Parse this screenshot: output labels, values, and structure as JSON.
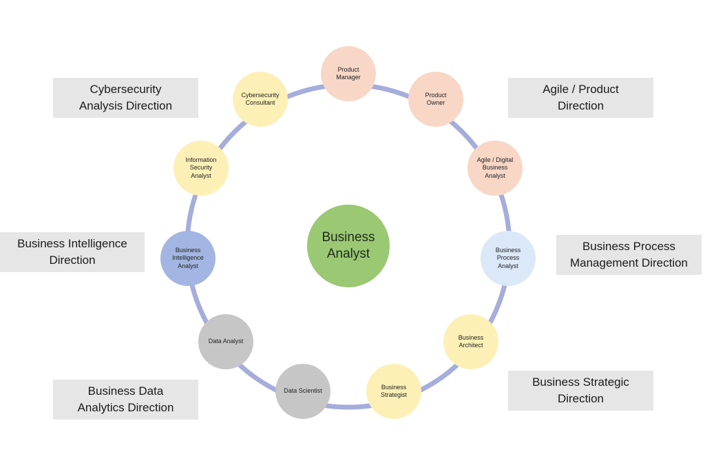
{
  "center": {
    "label": "Business\nAnalyst",
    "color": "#9bc873"
  },
  "ring_color": "#a5addb",
  "roles": [
    {
      "id": "product-manager",
      "label": "Product\nManager",
      "color": "#f8d7c6"
    },
    {
      "id": "product-owner",
      "label": "Product\nOwner",
      "color": "#f8d7c6"
    },
    {
      "id": "agile-digital-business-analyst",
      "label": "Agile / Digital\nBusiness\nAnalyst",
      "color": "#f8d7c6"
    },
    {
      "id": "business-process-analyst",
      "label": "Business\nProcess\nAnalyst",
      "color": "#dbe8f7"
    },
    {
      "id": "business-architect",
      "label": "Business\nArchitect",
      "color": "#fdf0b6"
    },
    {
      "id": "business-strategist",
      "label": "Business\nStrategist",
      "color": "#fdf0b6"
    },
    {
      "id": "data-scientist",
      "label": "Data Scientist",
      "color": "#c6c6c6"
    },
    {
      "id": "data-analyst",
      "label": "Data Analyst",
      "color": "#c6c6c6"
    },
    {
      "id": "business-intelligence-analyst",
      "label": "Business\nIntelligence\nAnalyst",
      "color": "#a3b5e2"
    },
    {
      "id": "information-security-analyst",
      "label": "Information\nSecurity\nAnalyst",
      "color": "#fdf0b6"
    },
    {
      "id": "cybersecurity-consultant",
      "label": "Cybersecurity\nConsultant",
      "color": "#fdf0b6"
    }
  ],
  "directions": [
    {
      "id": "cybersecurity",
      "label": "Cybersecurity\nAnalysis Direction"
    },
    {
      "id": "agile-product",
      "label": "Agile / Product\nDirection"
    },
    {
      "id": "business-intelligence",
      "label": "Business Intelligence\nDirection"
    },
    {
      "id": "business-process",
      "label": "Business Process\nManagement Direction"
    },
    {
      "id": "business-data-analytics",
      "label": "Business Data\nAnalytics Direction"
    },
    {
      "id": "business-strategic",
      "label": "Business Strategic\nDirection"
    }
  ]
}
